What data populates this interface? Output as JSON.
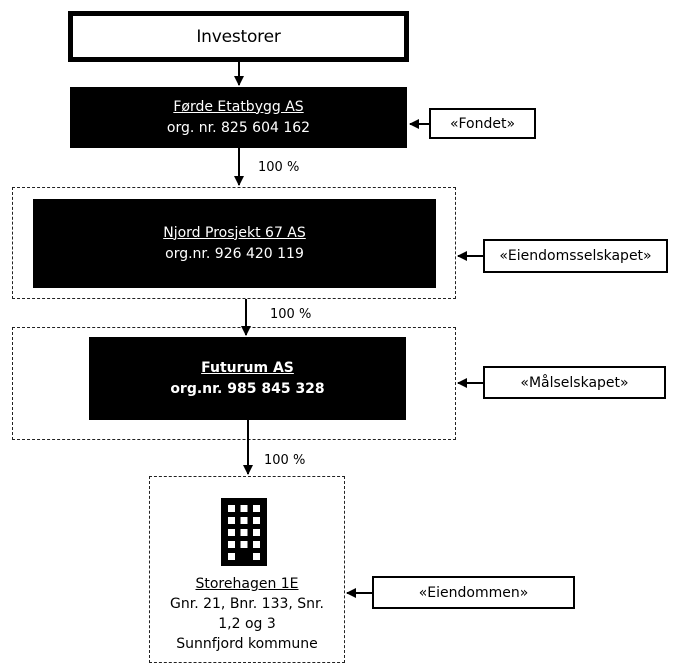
{
  "investor": {
    "label": "Investorer"
  },
  "etatbygg": {
    "name": "Førde Etatbygg AS",
    "org": "org. nr. 825 604 162"
  },
  "njord": {
    "name": "Njord Prosjekt 67 AS",
    "org": "org.nr. 926 420 119"
  },
  "futurum": {
    "name": "Futurum AS",
    "org": "org.nr. 985 845 328"
  },
  "property": {
    "name": "Storehagen 1E",
    "line1": "Gnr. 21, Bnr. 133, Snr.",
    "line2": "1,2 og 3",
    "line3": "Sunnfjord kommune",
    "icon": "building-icon"
  },
  "labels": {
    "fondet": "«Fondet»",
    "eiendomsselskapet": "«Eiendomsselskapet»",
    "malselskapet": "«Målselskapet»",
    "eiendommen": "«Eiendommen»"
  },
  "ownership": {
    "etatbygg_to_njord": "100 %",
    "njord_to_futurum": "100 %",
    "futurum_to_property": "100 %"
  }
}
